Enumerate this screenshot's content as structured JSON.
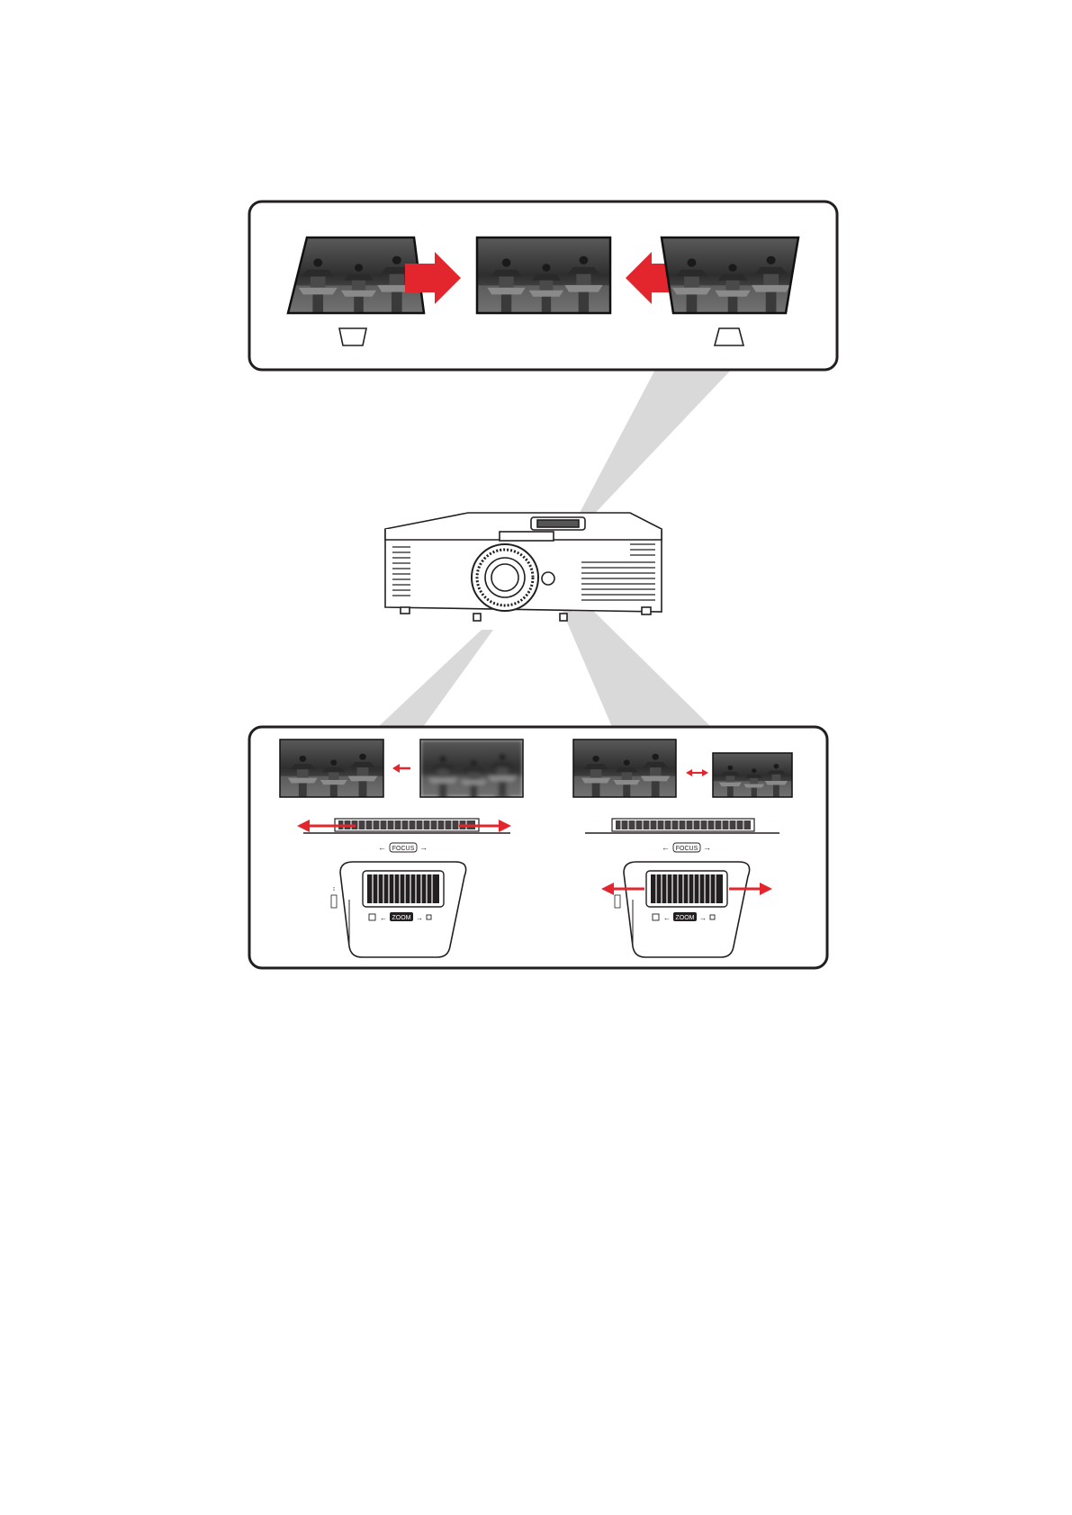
{
  "colors": {
    "accent_red": "#e3262e",
    "panel_border": "#231f20",
    "beam_gray": "#d9d9d9",
    "photo_dark": "#3a3a3a"
  },
  "keystone_panel": {
    "images": [
      "keystone-wide-top-image",
      "corrected-image",
      "keystone-wide-bottom-image"
    ],
    "icons": [
      "trapezoid-wide-top-icon",
      "trapezoid-wide-bottom-icon"
    ]
  },
  "lens_panel": {
    "focus_label": "FOCUS",
    "zoom_label": "ZOOM"
  }
}
